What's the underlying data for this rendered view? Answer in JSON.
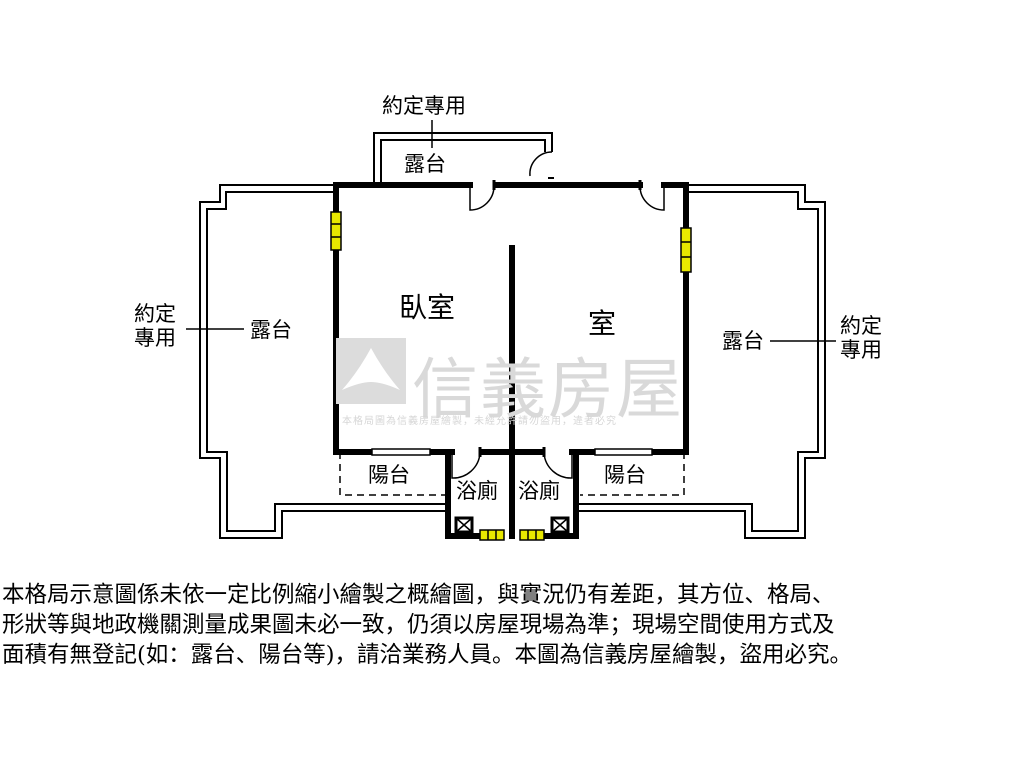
{
  "plan": {
    "rooms": {
      "bedroom_left": "臥室",
      "bedroom_right": "室",
      "bath_left": "浴廁",
      "bath_right": "浴廁",
      "balcony_left": "陽台",
      "balcony_right": "陽台"
    },
    "terraces": {
      "top": "露台",
      "left": "露台",
      "right": "露台"
    },
    "notes": {
      "top": "約定專用",
      "left_line1": "約定",
      "left_line2": "專用",
      "right_line1": "約定",
      "right_line2": "專用"
    },
    "colors": {
      "wall": "#000000",
      "window_fill": "#e8e800",
      "watermark": "#d9d9d9"
    }
  },
  "watermark": {
    "brand": "信義房屋",
    "notice": "本格局圖為信義房屋繪製，未經允許請勿盜用，違者必究"
  },
  "disclaimer": {
    "line1": "本格局示意圖係未依一定比例縮小繪製之概繪圖，與實況仍有差距，其方位、格局、",
    "line2": "形狀等與地政機關測量成果圖未必一致，仍須以房屋現場為準；現場空間使用方式及",
    "line3": "面積有無登記(如：露台、陽台等)，請洽業務人員。本圖為信義房屋繪製，盜用必究。"
  }
}
